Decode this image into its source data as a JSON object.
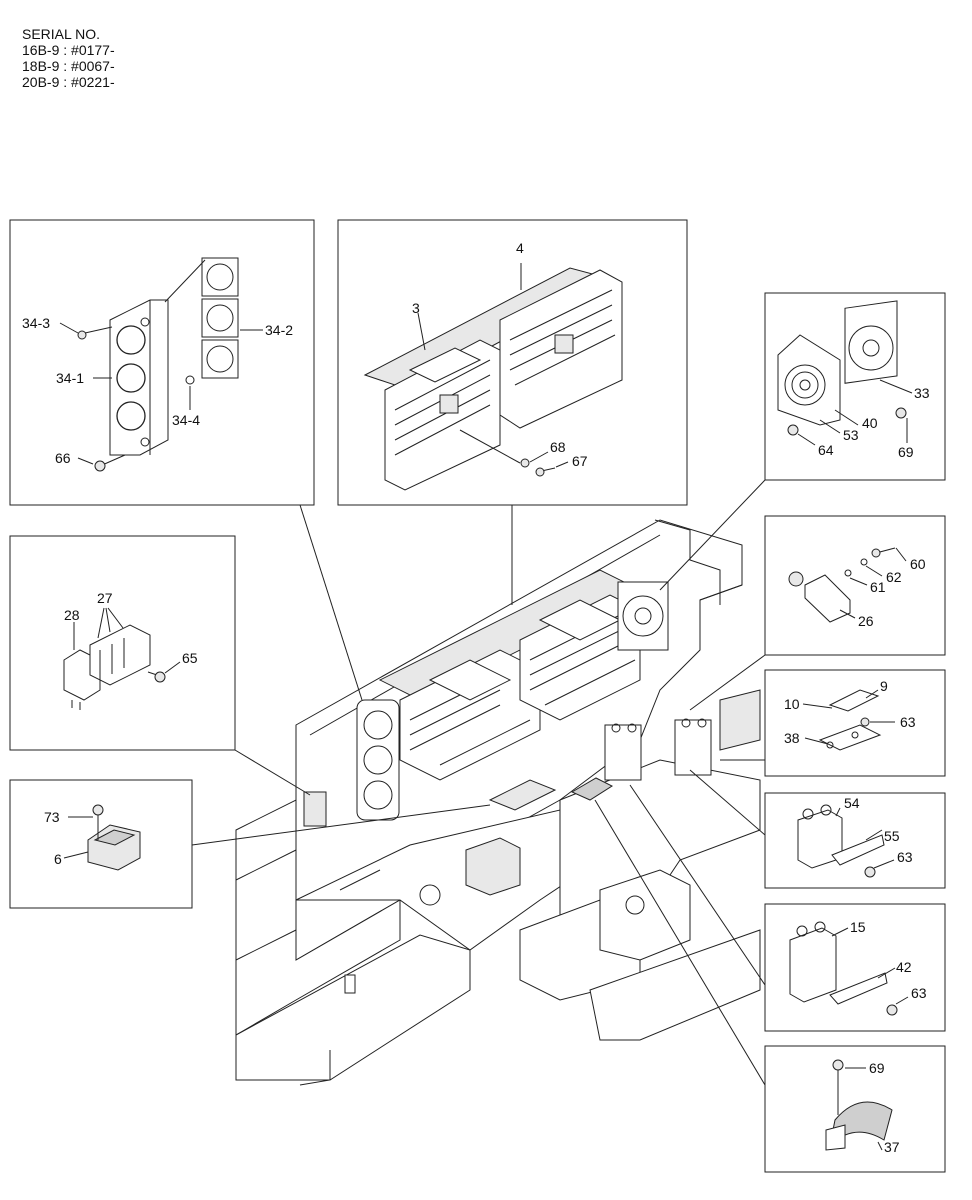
{
  "header": {
    "title": "SERIAL NO.",
    "lines": [
      "16B-9 : #0177-",
      "18B-9 : #0067-",
      "20B-9 : #0221-"
    ]
  },
  "callouts": {
    "p34_3": "34-3",
    "p34_2": "34-2",
    "p34_1": "34-1",
    "p34_4": "34-4",
    "p66": "66",
    "p4": "4",
    "p3": "3",
    "p68": "68",
    "p67": "67",
    "p33": "33",
    "p40": "40",
    "p53": "53",
    "p64": "64",
    "p69a": "69",
    "p60": "60",
    "p62": "62",
    "p61": "61",
    "p26": "26",
    "p27": "27",
    "p28": "28",
    "p65": "65",
    "p9": "9",
    "p10": "10",
    "p63a": "63",
    "p38": "38",
    "p73": "73",
    "p6": "6",
    "p54": "54",
    "p55": "55",
    "p63b": "63",
    "p15": "15",
    "p42": "42",
    "p63c": "63",
    "p69b": "69",
    "p37": "37"
  }
}
